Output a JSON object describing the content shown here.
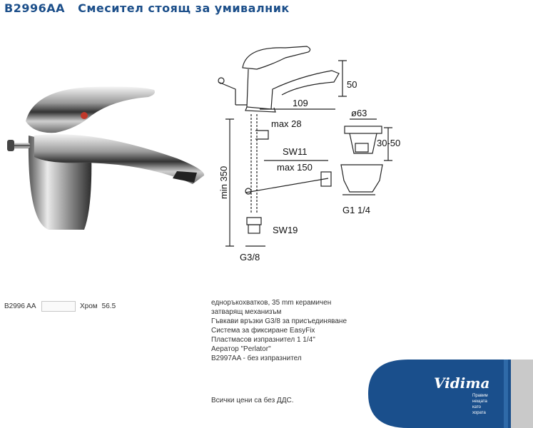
{
  "header": {
    "code": "B2996AA",
    "name": "Смесител стоящ за умивалник"
  },
  "diagram": {
    "labels": {
      "dim_50": "50",
      "dim_109": "109",
      "dim_d63": "ø63",
      "dim_max28": "max 28",
      "dim_3050": "30-50",
      "dim_sw11": "SW11",
      "dim_min350": "min 350",
      "dim_max150": "max 150",
      "dim_g114": "G1 1/4",
      "dim_sw19": "SW19",
      "dim_g38": "G3/8"
    }
  },
  "product_row": {
    "code": "B2996 AA",
    "finish": "Хром",
    "price": "56.5"
  },
  "features": [
    "еднoръкохватков, 35 mm керамичен",
    "затварящ механизъм",
    "Гъвкави връзки G3/8 за присъединяване",
    "Система за фиксиране EasyFix",
    "Пластмасов изпразнител 1 1/4\"",
    "Аератор \"Perlator\"",
    "B2997AA - без изпразнител"
  ],
  "vat_note": "Всички цени са без ДДС.",
  "brand": {
    "name": "Vidima",
    "tagline_lines": [
      "Правим",
      "нещата",
      "като",
      "хората"
    ],
    "color": "#1a4f8c"
  }
}
